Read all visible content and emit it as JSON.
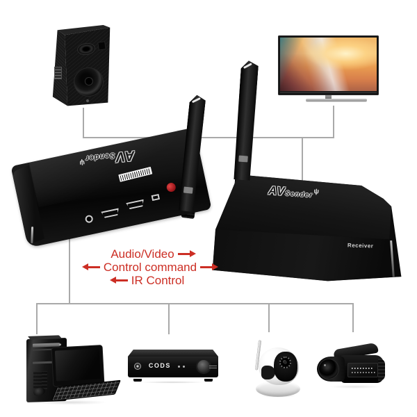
{
  "annotation": {
    "color": "#cc2e24",
    "lines": [
      {
        "text": "Audio/Video",
        "arrows": "right"
      },
      {
        "text": "Control command",
        "arrows": "both"
      },
      {
        "text": "IR Control",
        "arrows": "left"
      }
    ]
  },
  "sender_unit": {
    "brand_av": "AV",
    "brand_model": "Sender"
  },
  "receiver_unit": {
    "brand_av": "AV",
    "brand_model": "Sender",
    "panel_label": "Receiver"
  },
  "set_top_box": {
    "display_text": "CODS"
  },
  "icons": {
    "antenna_glyph": "ψ",
    "top_devices": [
      "speaker",
      "tv"
    ],
    "bottom_devices": [
      "desktop-computer",
      "set-top-box",
      "ip-camera",
      "camcorder"
    ]
  },
  "colors": {
    "connector_line": "#a9a9a9",
    "annotation_red": "#cc2e24",
    "device_black": "#0b0b0b"
  }
}
